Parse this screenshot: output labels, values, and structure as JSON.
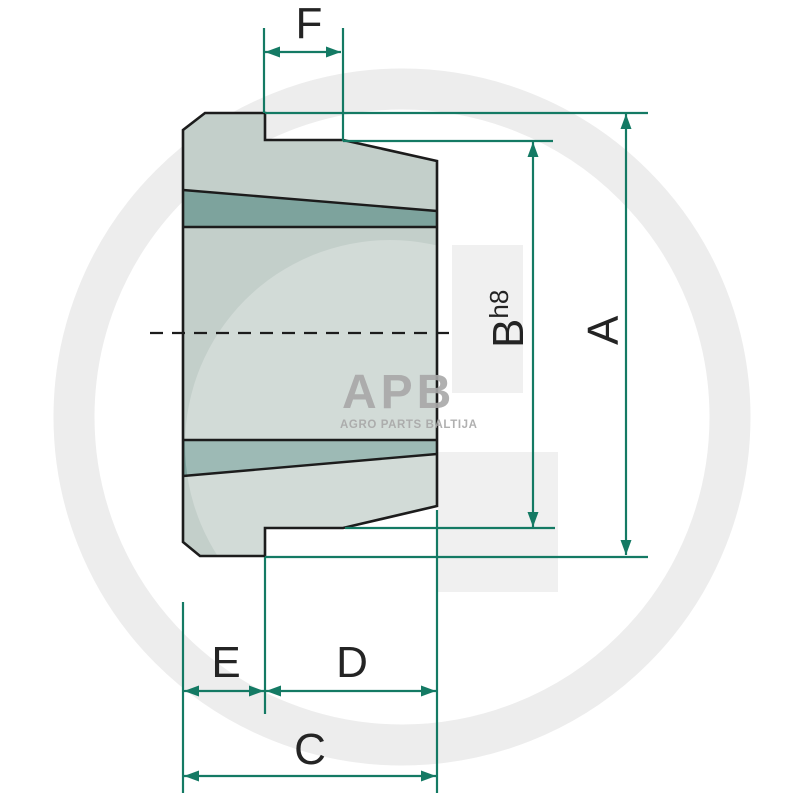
{
  "labels": {
    "f": "F",
    "a": "A",
    "b": "B",
    "b_tol": "h8",
    "e": "E",
    "d": "D",
    "c": "C"
  },
  "watermark": {
    "logo": "APB",
    "tagline": "AGRO PARTS BALTIJA"
  },
  "colors": {
    "accent": "#147a64",
    "line": "#1c1c1c",
    "label": "#242424",
    "part": "#c3cfca",
    "band": "#7da39d",
    "wm-gray": "#ededed",
    "wm-box": "#f0f0f0",
    "logo-gray": "#a8a8a8",
    "bg": "#ffffff"
  }
}
